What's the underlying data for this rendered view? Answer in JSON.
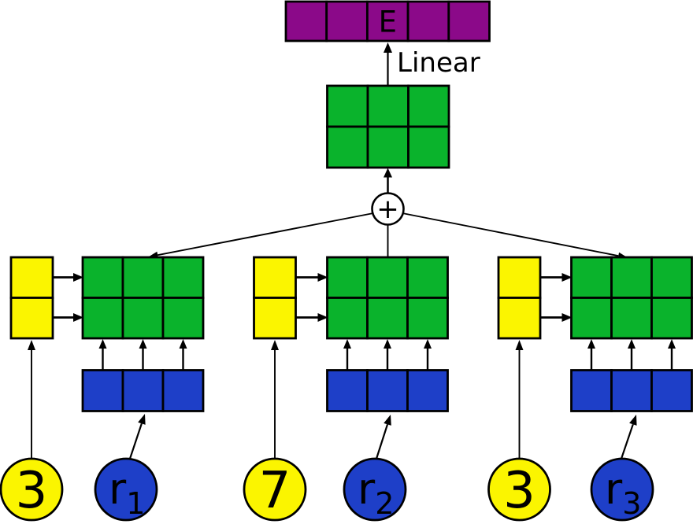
{
  "figure": {
    "output_bar": {
      "label": "E",
      "num_cells": 5
    },
    "linear_label": "Linear",
    "sum_symbol": "+",
    "branches": [
      {
        "entity_label": "3",
        "relation_label": "r",
        "relation_subscript": "1"
      },
      {
        "entity_label": "7",
        "relation_label": "r",
        "relation_subscript": "2"
      },
      {
        "entity_label": "3",
        "relation_label": "r",
        "relation_subscript": "3"
      }
    ],
    "colors": {
      "purple": "#8B0989",
      "green": "#0AB32C",
      "blue": "#1E3FC8",
      "yellow": "#FBF500",
      "outline": "#000000",
      "node_fill": "#FFFFFF",
      "background": "#FFFFFF"
    }
  }
}
